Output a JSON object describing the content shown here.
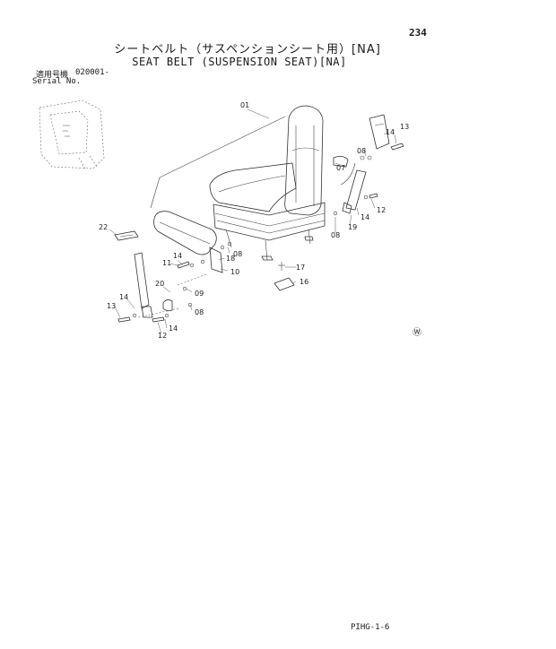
{
  "header": {
    "page_number": "234",
    "title_jp": "シートベルト（サスペンションシート用）[NA]",
    "title_en": "SEAT BELT (SUSPENSION SEAT)[NA]"
  },
  "serial": {
    "label_jp": "適用号機",
    "value": "020001-",
    "label_en": "Serial No."
  },
  "callouts": {
    "c01": "01",
    "c13a": "13",
    "c14a": "14",
    "c08a": "08",
    "c07": "07",
    "c12a": "12",
    "c14b": "14",
    "c19": "19",
    "c08b": "08",
    "c22": "22",
    "c14c": "14",
    "c11": "11",
    "c08c": "08",
    "c18": "18",
    "c10": "10",
    "c17": "17",
    "c16": "16",
    "c20": "20",
    "c09": "09",
    "c08d": "08",
    "c14d": "14",
    "c13b": "13",
    "c14e": "14",
    "c12b": "12"
  },
  "mark": "Ⓦ",
  "footer": {
    "code": "PIHG-1-6"
  }
}
